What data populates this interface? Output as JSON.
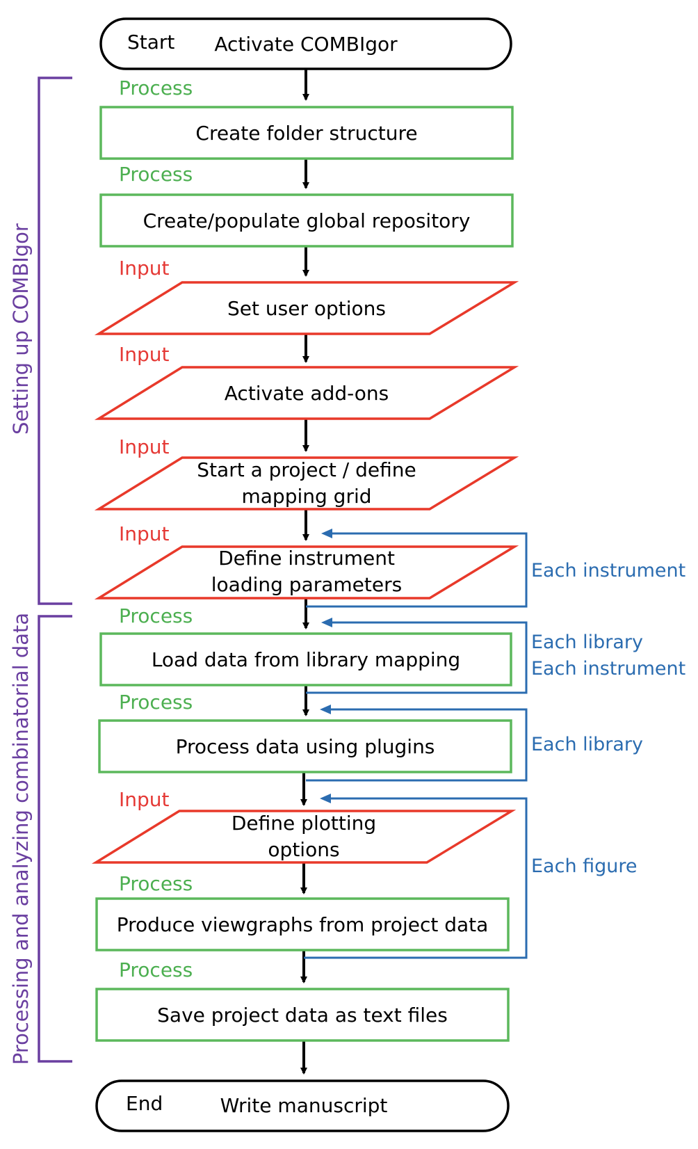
{
  "terminals": {
    "start": {
      "tag": "Start",
      "label": "Activate COMBIgor"
    },
    "end": {
      "tag": "End",
      "label": "Write manuscript"
    }
  },
  "step_types": {
    "process": "Process",
    "input": "Input"
  },
  "steps": [
    {
      "type": "process",
      "lines": [
        "Create folder structure"
      ]
    },
    {
      "type": "process",
      "lines": [
        "Create/populate global repository"
      ]
    },
    {
      "type": "input",
      "lines": [
        "Set user options"
      ]
    },
    {
      "type": "input",
      "lines": [
        "Activate add-ons"
      ]
    },
    {
      "type": "input",
      "lines": [
        "Start a project / define",
        "mapping grid"
      ]
    },
    {
      "type": "input",
      "lines": [
        "Define instrument",
        "loading parameters"
      ]
    },
    {
      "type": "process",
      "lines": [
        "Load data from library mapping"
      ]
    },
    {
      "type": "process",
      "lines": [
        "Process data using plugins"
      ]
    },
    {
      "type": "input",
      "lines": [
        "Define plotting",
        "options"
      ]
    },
    {
      "type": "process",
      "lines": [
        "Produce viewgraphs from project data"
      ]
    },
    {
      "type": "process",
      "lines": [
        "Save project data as text files"
      ]
    }
  ],
  "loops": [
    {
      "lines": [
        "Each instrument"
      ]
    },
    {
      "lines": [
        "Each library",
        "Each instrument"
      ]
    },
    {
      "lines": [
        "Each library"
      ]
    },
    {
      "lines": [
        "Each figure"
      ]
    }
  ],
  "sections": [
    {
      "label": "Setting up COMBIgor"
    },
    {
      "label": "Processing and analyzing combinatorial data"
    }
  ],
  "colors": {
    "process": "#5cb85c",
    "input": "#e8392a",
    "loop": "#2b6cb0",
    "section": "#6a3fa0"
  }
}
